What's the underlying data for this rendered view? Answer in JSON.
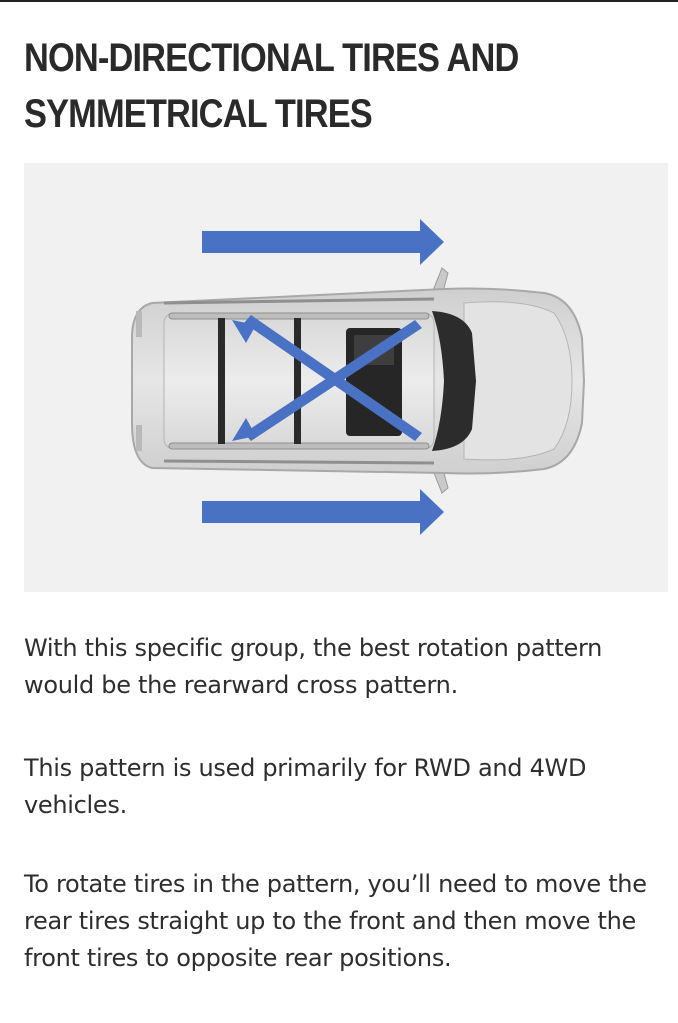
{
  "article": {
    "title_lines": [
      "NON-DIRECTIONAL TIRES AND",
      "SYMMETRICAL TIRES"
    ],
    "paragraphs": [
      "With this specific group, the best rotation pattern would be the rearward cross pattern.",
      "This pattern is used primarily for RWD and 4WD vehicles.",
      "To rotate tires in the pattern, you’ll need to move the rear tires straight up to the front and then move the front tires to opposite rear positions."
    ]
  },
  "figure": {
    "description_icon": "car-top-view-icon",
    "arrow_color": "#4a72c4",
    "car_color": "#d9d9d9",
    "background_color": "#f1f1f1"
  }
}
